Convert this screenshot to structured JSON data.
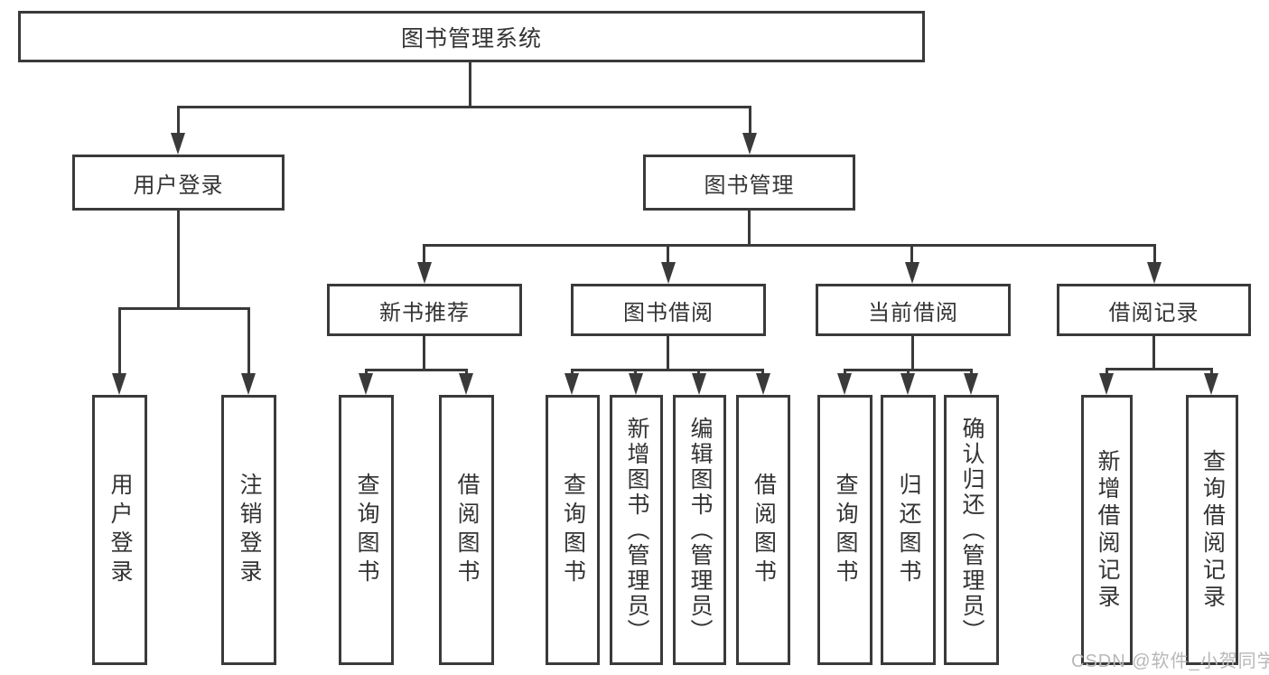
{
  "diagram": {
    "title": "图书管理系统",
    "nodes": {
      "root": "图书管理系统",
      "user_login_group": "用户登录",
      "book_mgmt_group": "图书管理",
      "new_book_rec": "新书推荐",
      "book_borrow": "图书借阅",
      "current_borrow": "当前借阅",
      "borrow_records": "借阅记录",
      "leaf_user_login": "用户登录",
      "leaf_logout": "注销登录",
      "rec_query_book": "查询图书",
      "rec_borrow_book": "借阅图书",
      "bb_query_book": "查询图书",
      "bb_add_book": "新增图书（管理员）",
      "bb_edit_book": "编辑图书（管理员）",
      "bb_borrow_book": "借阅图书",
      "cb_query_book": "查询图书",
      "cb_return_book": "归还图书",
      "cb_confirm_return": "确认归还（管理员）",
      "br_add_record": "新增借阅记录",
      "br_query_record": "查询借阅记录"
    },
    "watermark": "CSDN @软件_小贺同学",
    "colors": {
      "line": "#3a3a3a",
      "text": "#333333",
      "watermark": "#b8b8b8",
      "background": "#ffffff"
    }
  }
}
